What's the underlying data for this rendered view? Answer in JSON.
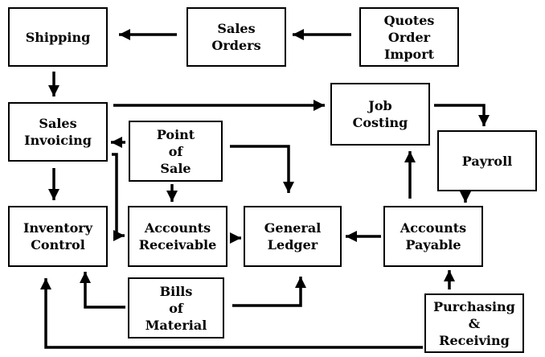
{
  "diagram": {
    "nodes": {
      "shipping": "Shipping",
      "sales_orders": "Sales\nOrders",
      "quotes_order_import": "Quotes\nOrder\nImport",
      "sales_invoicing": "Sales\nInvoicing",
      "job_costing": "Job\nCosting",
      "point_of_sale": "Point\nof\nSale",
      "payroll": "Payroll",
      "inventory_control": "Inventory\nControl",
      "accounts_receivable": "Accounts\nReceivable",
      "general_ledger": "General\nLedger",
      "accounts_payable": "Accounts\nPayable",
      "bills_of_material": "Bills\nof\nMaterial",
      "purchasing_receiving": "Purchasing\n&\nReceiving"
    },
    "edges": [
      {
        "from": "Quotes Order Import",
        "to": "Sales Orders"
      },
      {
        "from": "Sales Orders",
        "to": "Shipping"
      },
      {
        "from": "Shipping",
        "to": "Sales Invoicing"
      },
      {
        "from": "Sales Invoicing",
        "to": "Job Costing"
      },
      {
        "from": "Job Costing",
        "to": "Payroll"
      },
      {
        "from": "Sales Invoicing",
        "to": "Inventory Control"
      },
      {
        "from": "Sales Invoicing",
        "to": "Accounts Receivable"
      },
      {
        "from": "Point of Sale",
        "to": "Sales Invoicing"
      },
      {
        "from": "Point of Sale",
        "to": "Accounts Receivable"
      },
      {
        "from": "Point of Sale",
        "to": "General Ledger"
      },
      {
        "from": "Accounts Receivable",
        "to": "General Ledger"
      },
      {
        "from": "Accounts Payable",
        "to": "General Ledger"
      },
      {
        "from": "Accounts Payable",
        "to": "Job Costing"
      },
      {
        "from": "Payroll",
        "to": "Accounts Payable"
      },
      {
        "from": "Bills of Material",
        "to": "Inventory Control"
      },
      {
        "from": "Bills of Material",
        "to": "General Ledger"
      },
      {
        "from": "Purchasing & Receiving",
        "to": "Accounts Payable"
      },
      {
        "from": "Purchasing & Receiving",
        "to": "Inventory Control"
      }
    ],
    "colors": {
      "line": "#000000",
      "box_border": "#000000",
      "background": "#ffffff"
    }
  }
}
